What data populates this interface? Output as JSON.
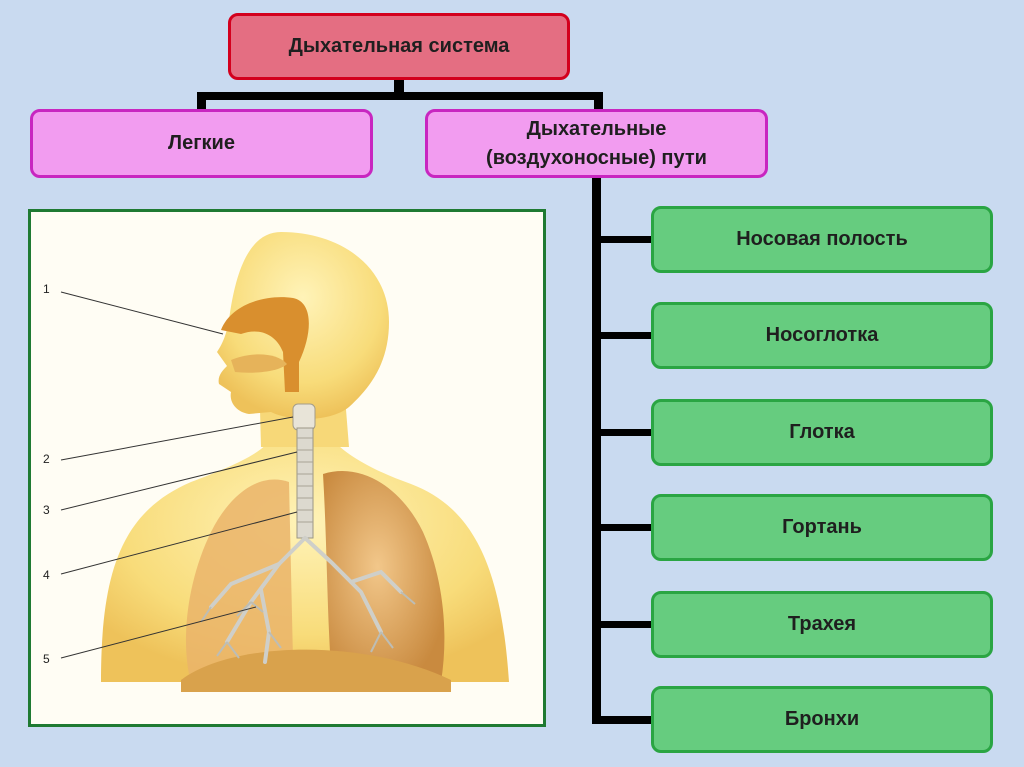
{
  "root": {
    "label": "Дыхательная система"
  },
  "lungs": {
    "label": "Легкие"
  },
  "airways": {
    "label_line1": "Дыхательные",
    "label_line2": "(воздухоносные) пути",
    "items": [
      "Носовая полость",
      "Носоглотка",
      "Глотка",
      "Гортань",
      "Трахея",
      "Бронхи"
    ]
  },
  "illustration": {
    "callouts": [
      "1",
      "2",
      "3",
      "4",
      "5"
    ]
  },
  "colors": {
    "background": "#c9daf0",
    "root_fill": "#e46e82",
    "root_border": "#d3001d",
    "level2_fill": "#f29cf0",
    "level2_border": "#c826c0",
    "item_fill": "#66cc7f",
    "item_border": "#2aa543"
  }
}
